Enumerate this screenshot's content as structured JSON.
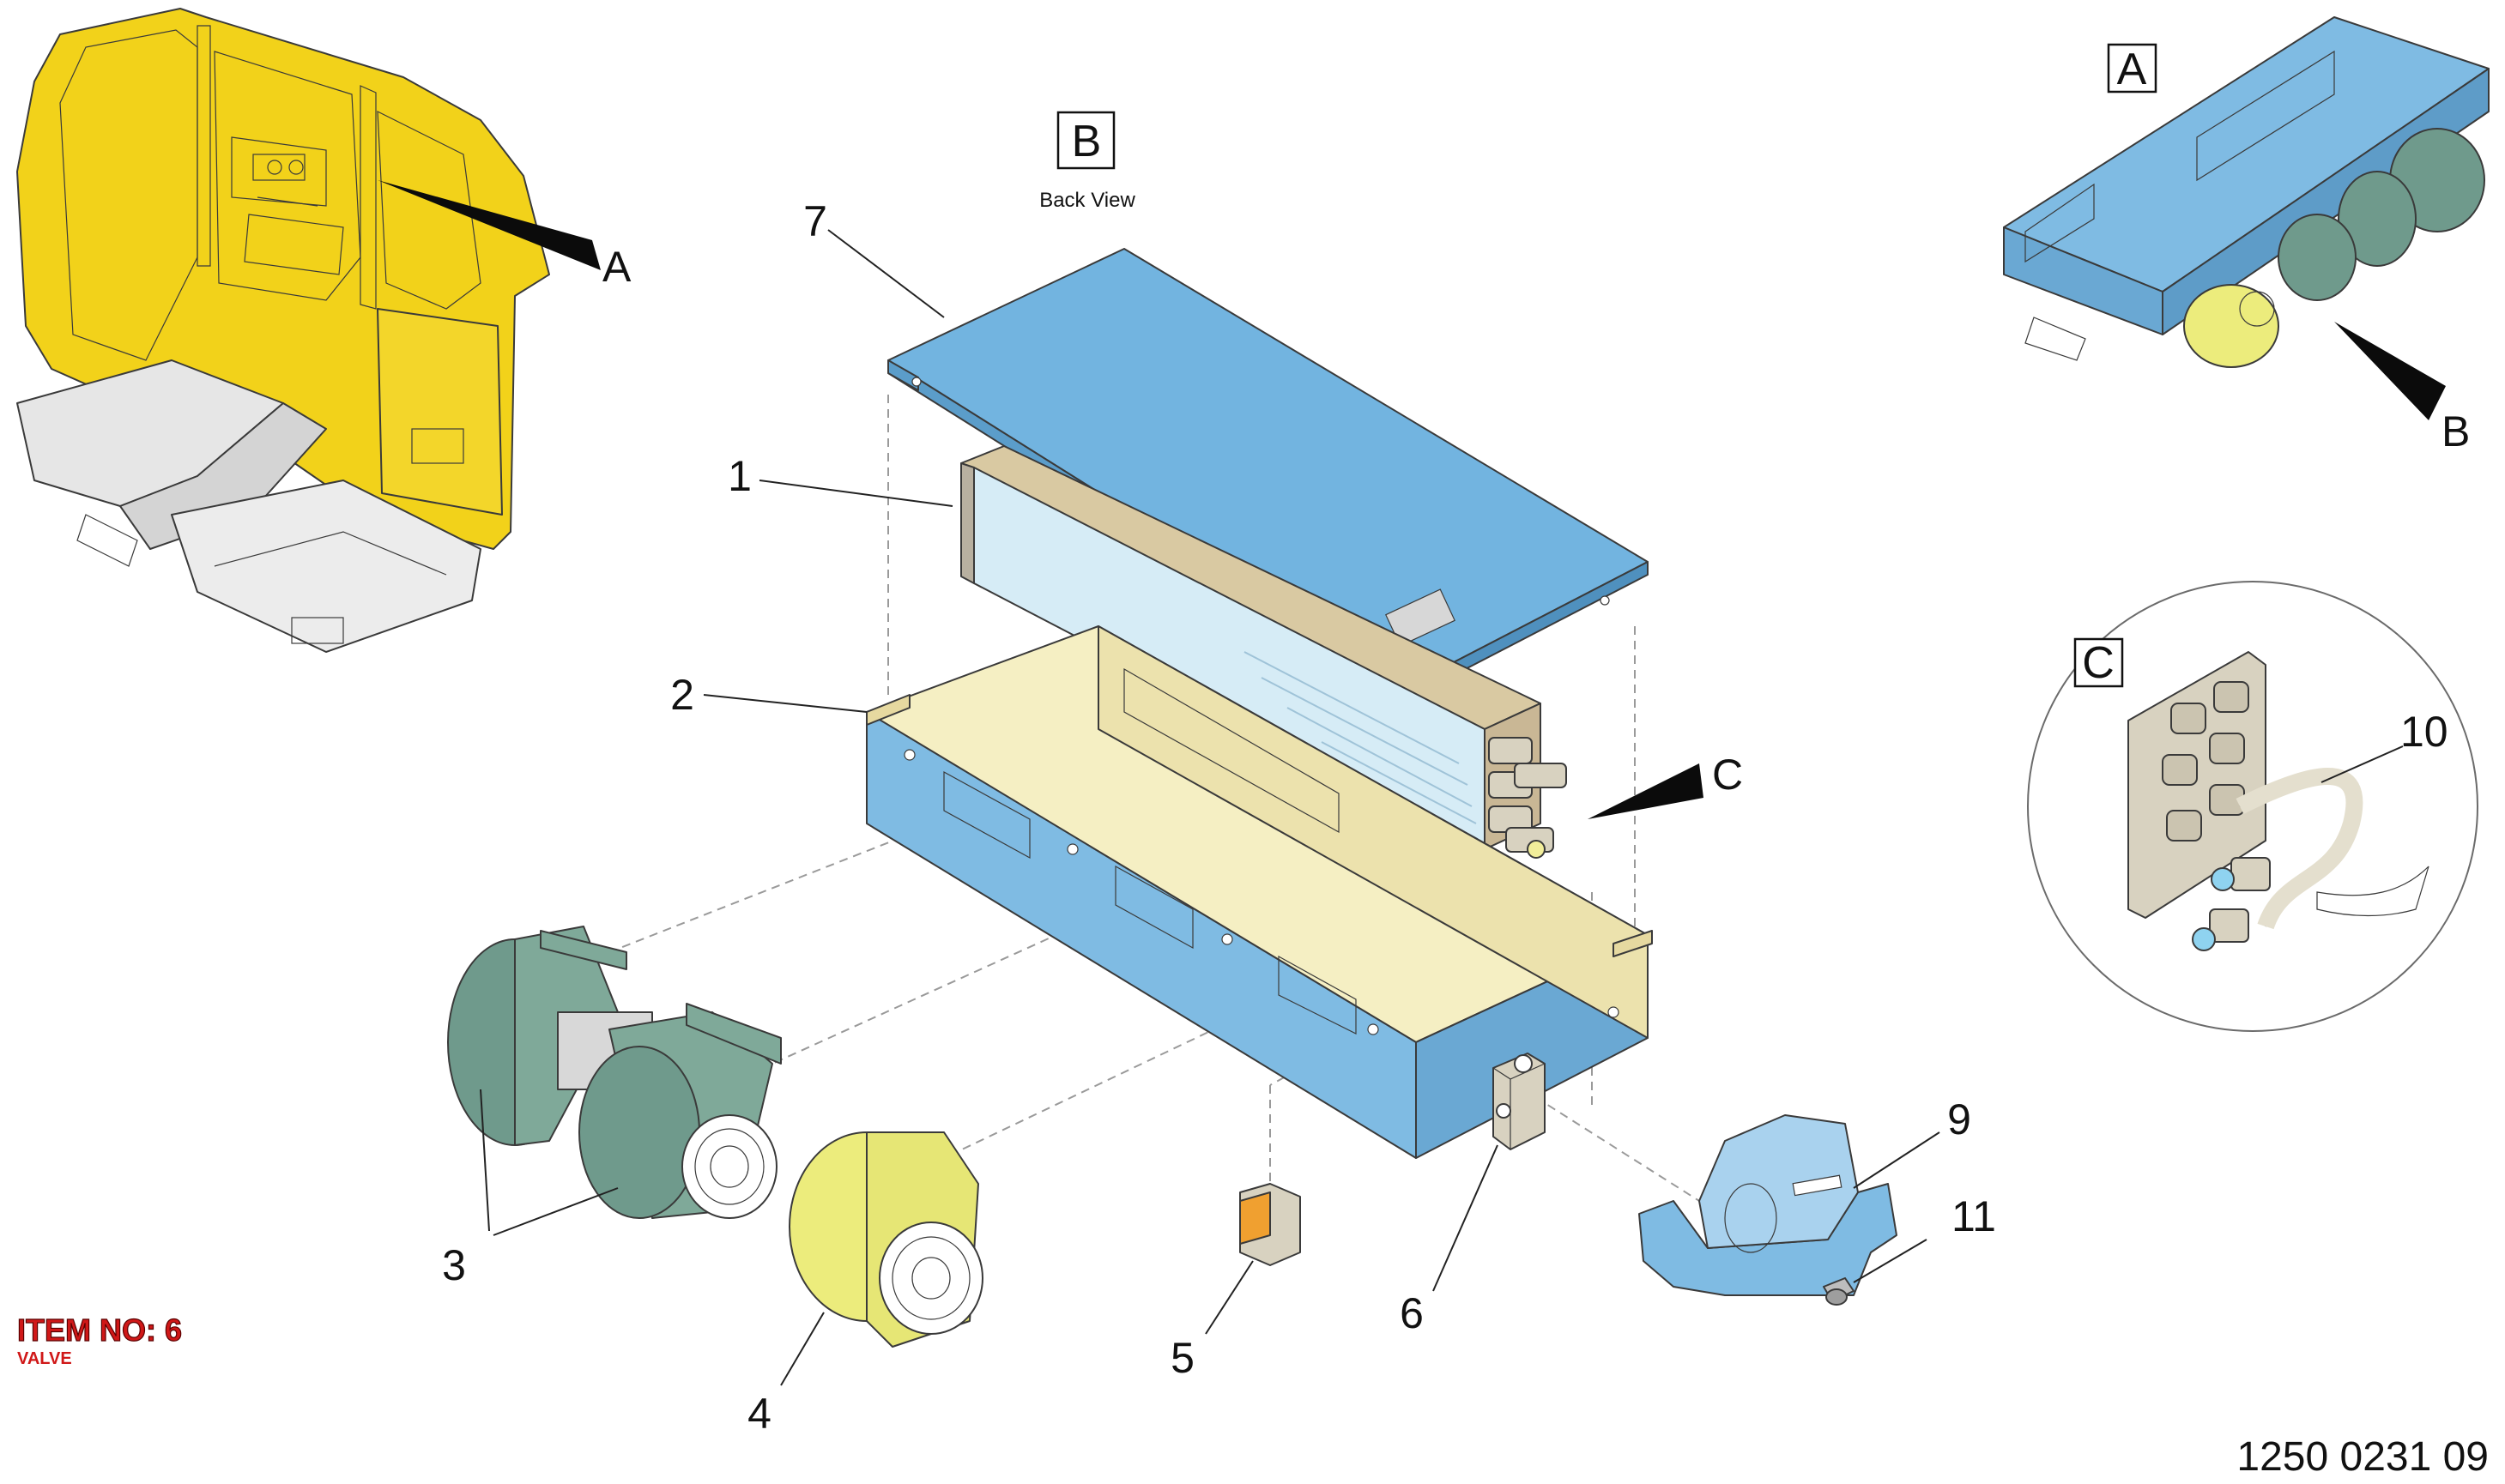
{
  "view_tags": {
    "a": "A",
    "b": "B",
    "c": "C",
    "b_caption": "Back View"
  },
  "pointer_labels": {
    "a": "A",
    "b": "B",
    "c": "C"
  },
  "callouts": {
    "n1": "1",
    "n2": "2",
    "n3": "3",
    "n4": "4",
    "n5": "5",
    "n6": "6",
    "n7": "7",
    "n9": "9",
    "n10": "10",
    "n11": "11"
  },
  "item_highlight": {
    "title": "ITEM NO: 6",
    "subtitle": "VALVE"
  },
  "document_number": "1250 0231 09",
  "colors": {
    "cab_yellow": "#f2d21a",
    "glass": "#b9dff0",
    "cover_blue": "#72b4e0",
    "housing_blue": "#7fbbe3",
    "housing_interior": "#f5efc3",
    "blower_green": "#6f9a8c",
    "blower_yellow": "#ecec7c",
    "valve_grey": "#d8d2c0",
    "item_red": "#d01818"
  }
}
